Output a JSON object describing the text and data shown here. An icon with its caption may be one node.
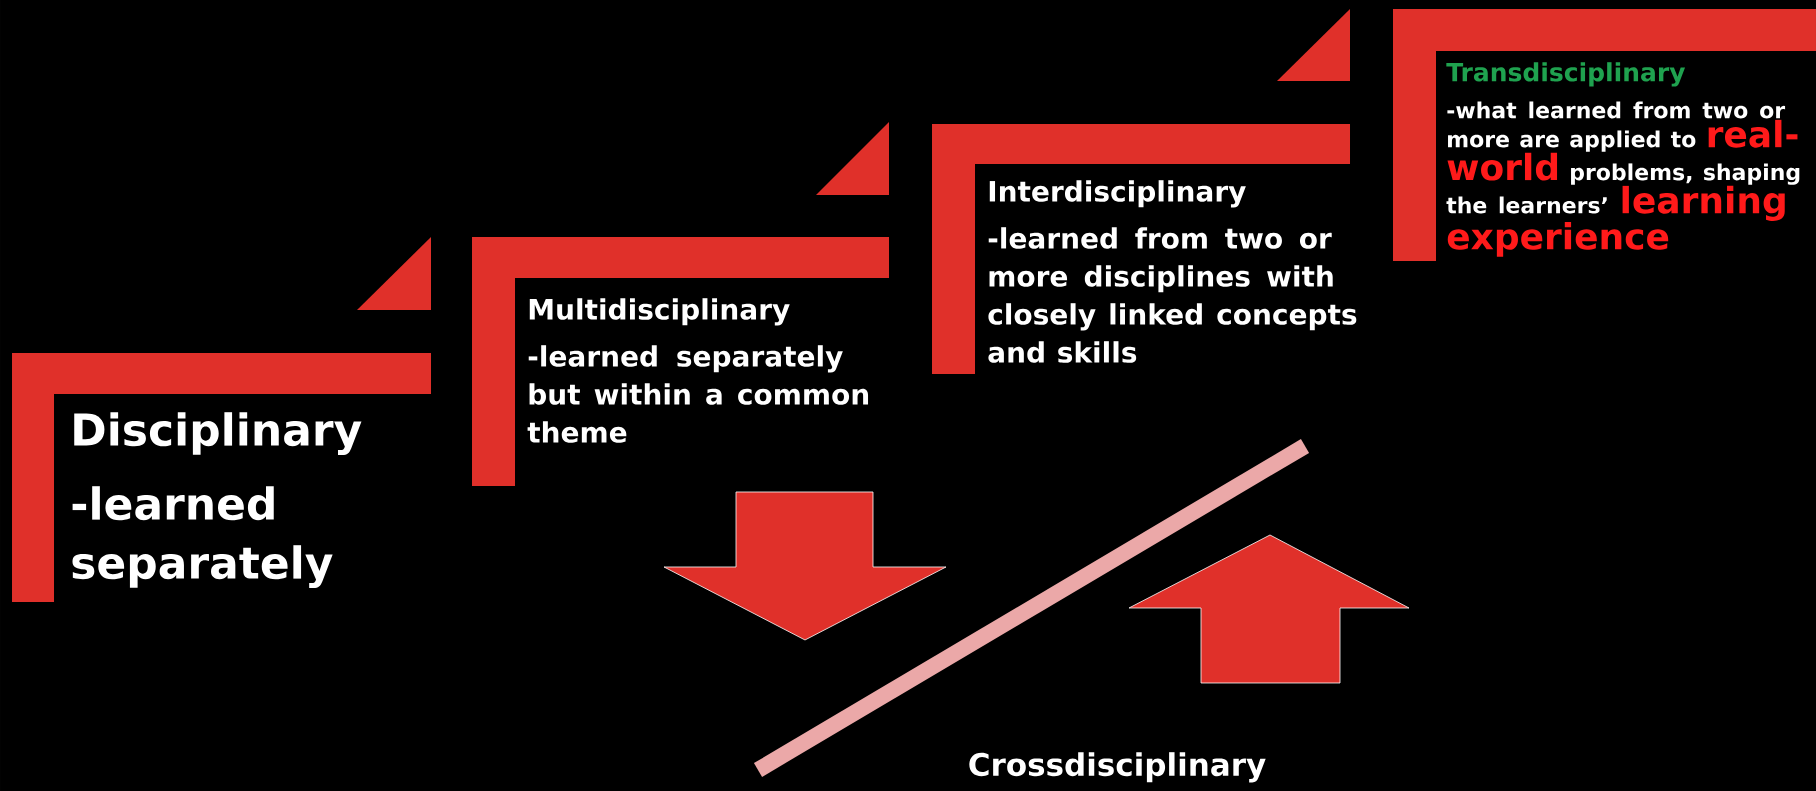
{
  "diagram": {
    "nodes": [
      {
        "text": [
          "Disciplinary",
          "-learned separately"
        ]
      },
      {
        "text": [
          "Multidisciplinary",
          "-learned separately but within a common theme"
        ]
      },
      {
        "text": [
          "Interdisciplinary",
          "-learned from two or more disciplines with closely linked concepts and skills"
        ]
      },
      {
        "text": [
          "Transdisciplinary",
          "-what learned from two or more are applied to",
          "real-world",
          "problems, shaping the learners’",
          "learning experience"
        ]
      }
    ],
    "labels": [
      "Crossdisciplinary"
    ]
  }
}
